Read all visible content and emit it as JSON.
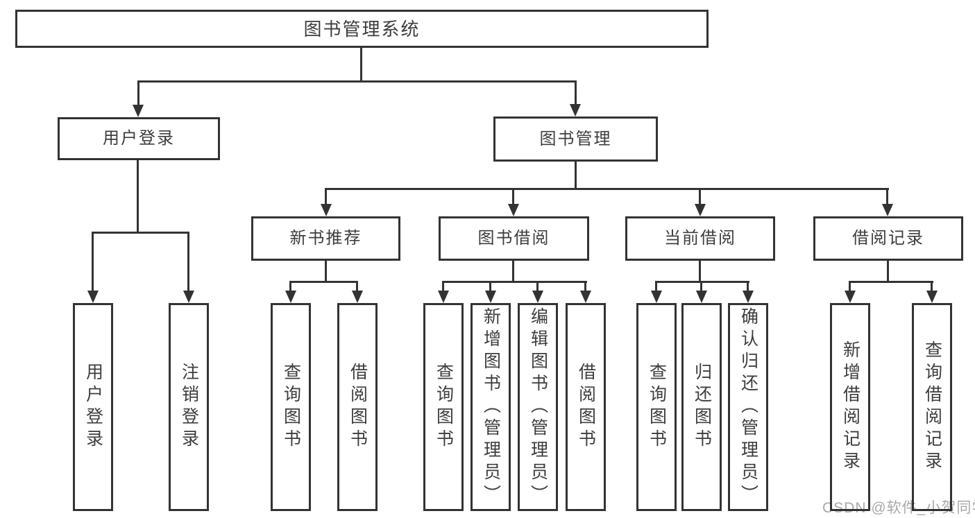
{
  "watermark": "CSDN @软件_小贺同学",
  "colors": {
    "line": "#333333",
    "text": "#3d3d3d",
    "watermark": "#a9a9a9",
    "background": "#ffffff"
  },
  "tree": {
    "root": "图书管理系统",
    "level2": [
      {
        "label": "用户登录",
        "children": [
          "用户登录",
          "注销登录"
        ]
      },
      {
        "label": "图书管理",
        "groups": [
          {
            "label": "新书推荐",
            "children": [
              "查询图书",
              "借阅图书"
            ]
          },
          {
            "label": "图书借阅",
            "children": [
              "查询图书",
              "新增图书（管理员）",
              "编辑图书（管理员）",
              "借阅图书"
            ]
          },
          {
            "label": "当前借阅",
            "children": [
              "查询图书",
              "归还图书",
              "确认归还（管理员）"
            ]
          },
          {
            "label": "借阅记录",
            "children": [
              "新增借阅记录",
              "查询借阅记录"
            ]
          }
        ]
      }
    ]
  }
}
